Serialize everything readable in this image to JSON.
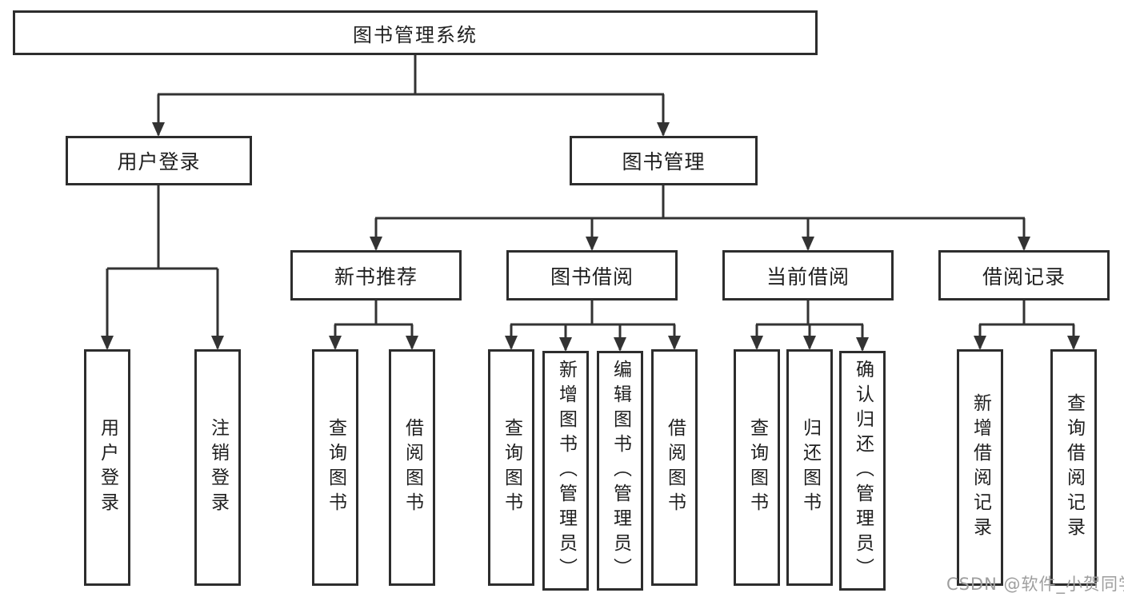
{
  "diagram": {
    "root": {
      "label": "图书管理系统"
    },
    "level2": [
      {
        "label": "用户登录"
      },
      {
        "label": "图书管理"
      }
    ],
    "level3": [
      {
        "label": "新书推荐"
      },
      {
        "label": "图书借阅"
      },
      {
        "label": "当前借阅"
      },
      {
        "label": "借阅记录"
      }
    ],
    "leaves": [
      {
        "label": "用户登录"
      },
      {
        "label": "注销登录"
      },
      {
        "label": "查询图书"
      },
      {
        "label": "借阅图书"
      },
      {
        "label": "查询图书"
      },
      {
        "label": "新增图书（管理员）"
      },
      {
        "label": "编辑图书（管理员）"
      },
      {
        "label": "借阅图书"
      },
      {
        "label": "查询图书"
      },
      {
        "label": "归还图书"
      },
      {
        "label": "确认归还（管理员）"
      },
      {
        "label": "新增借阅记录"
      },
      {
        "label": "查询借阅记录"
      }
    ]
  },
  "watermark": {
    "text": "CSDN @软件_小贺同学"
  },
  "colors": {
    "line": "#333333",
    "box_border": "#2d2d2d",
    "box_fill": "#ffffff",
    "text": "#1f1f1f",
    "watermark": "#9e9e9e",
    "background": "#ffffff"
  }
}
